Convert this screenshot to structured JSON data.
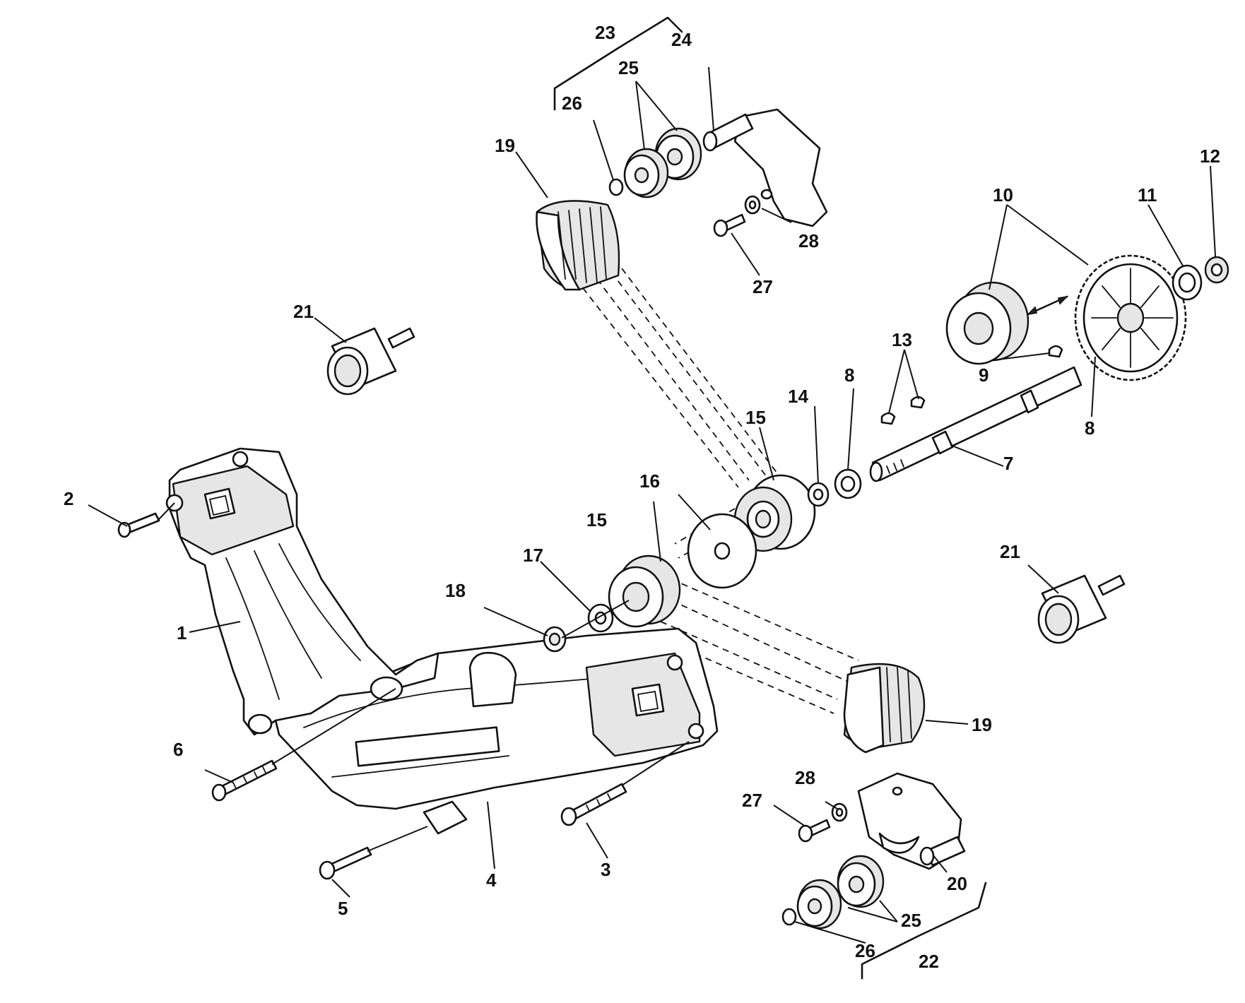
{
  "labels": {
    "l1": "1",
    "l2": "2",
    "l3": "3",
    "l4": "4",
    "l5": "5",
    "l6": "6",
    "l7": "7",
    "l8a": "8",
    "l8b": "8",
    "l9": "9",
    "l10": "10",
    "l11": "11",
    "l12": "12",
    "l13": "13",
    "l14": "14",
    "l15a": "15",
    "l15b": "15",
    "l16": "16",
    "l17": "17",
    "l18": "18",
    "l19a": "19",
    "l19b": "19",
    "l20": "20",
    "l21a": "21",
    "l21b": "21",
    "l22": "22",
    "l23": "23",
    "l24": "24",
    "l25a": "25",
    "l25b": "25",
    "l26a": "26",
    "l26b": "26",
    "l27a": "27",
    "l27b": "27",
    "l28a": "28",
    "l28b": "28"
  },
  "colors": {
    "ink": "#111111",
    "paper": "#ffffff"
  }
}
